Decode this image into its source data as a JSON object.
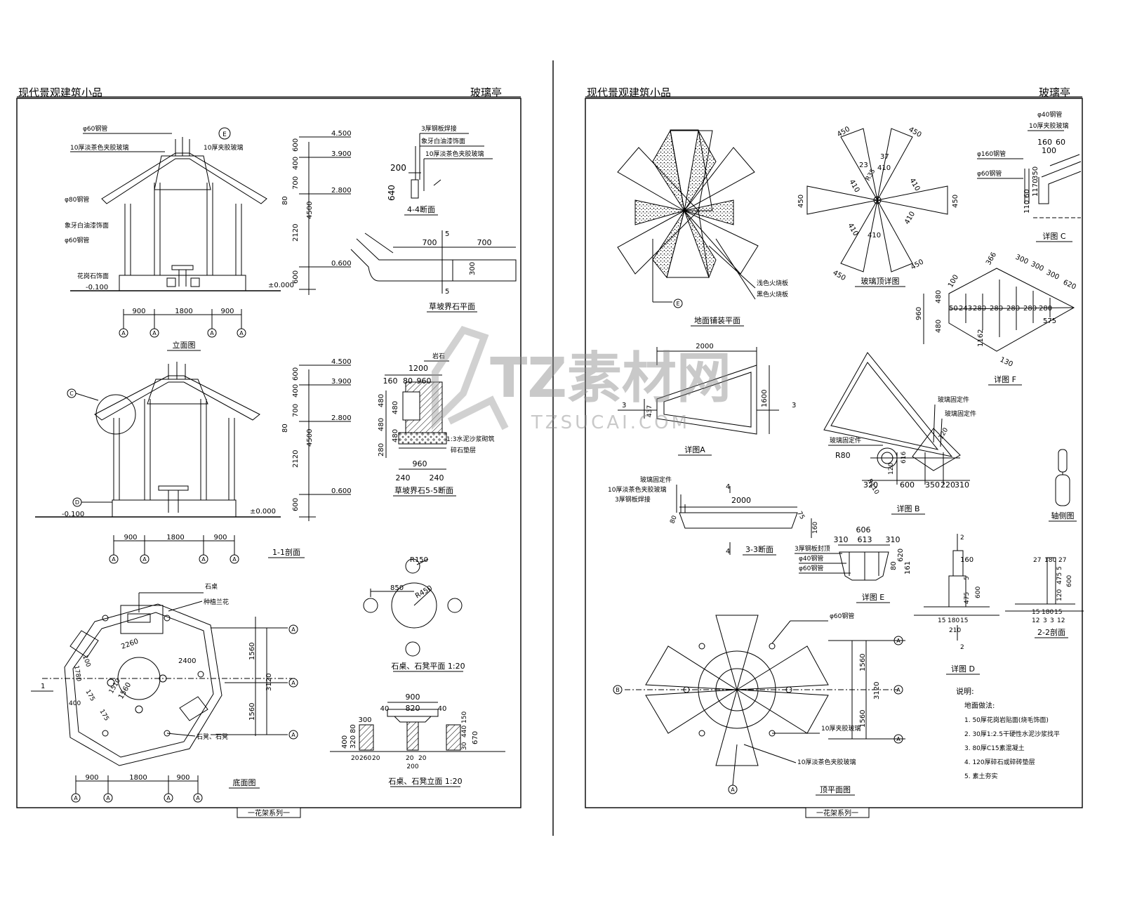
{
  "sheets": [
    {
      "header_left": "现代景观建筑小品",
      "header_right": "玻璃亭",
      "footer": "一花架系列一"
    },
    {
      "header_left": "现代景观建筑小品",
      "header_right": "玻璃亭",
      "footer": "一花架系列一"
    }
  ],
  "watermark": {
    "main": "TZ素材网",
    "sub": "TZSUCAI.COM"
  },
  "left_sheet": {
    "elevation": {
      "title": "立面图",
      "labels": [
        "φ60钢管",
        "10厚淡茶色夹胶玻璃",
        "10厚夹胶玻璃",
        "φ80钢管",
        "象牙白油漆饰面",
        "φ60钢管",
        "花岗石饰面"
      ],
      "levels": [
        "4.500",
        "3.900",
        "2.800",
        "±0.000",
        "0.600",
        "-0.100"
      ],
      "vdims": [
        "600",
        "400",
        "700",
        "80",
        "2120",
        "600",
        "4500"
      ],
      "hdims": [
        "900",
        "1800",
        "900"
      ],
      "axis": "A",
      "callout": "E"
    },
    "section11": {
      "title": "1-1剖面",
      "levels": [
        "4.500",
        "3.900",
        "2.800",
        "0.600",
        "±0.000",
        "-0.100"
      ],
      "vdims": [
        "600",
        "400",
        "700",
        "80",
        "2120",
        "600",
        "4500"
      ],
      "hdims": [
        "900",
        "1800",
        "900"
      ],
      "axis": "A",
      "callouts": [
        "C",
        "D"
      ]
    },
    "plan": {
      "title": "底面图",
      "labels": [
        "石桌",
        "种植兰花",
        "石凳、石凳"
      ],
      "dims": [
        "2260",
        "2400",
        "100",
        "175",
        "1510",
        "1560",
        "175",
        "1560",
        "3120",
        "1560",
        "400",
        "1780"
      ],
      "hdims": [
        "900",
        "1800",
        "900"
      ],
      "axis": "A",
      "mark": "1"
    },
    "section44": {
      "title": "4-4断面",
      "labels": [
        "3厚钢板焊接",
        "象牙白油漆饰面",
        "10厚淡茶色夹胶玻璃"
      ],
      "dims": [
        "200",
        "640"
      ]
    },
    "slope_plan": {
      "title": "草坡界石平面",
      "dims": [
        "700",
        "700",
        "300"
      ],
      "mark": "5"
    },
    "slope_section": {
      "title": "草坡界石5-5断面",
      "labels": [
        "岩石",
        "1:3水泥沙浆砌筑",
        "碎石垫层"
      ],
      "dims": [
        "1200",
        "160",
        "80",
        "960",
        "480",
        "480",
        "480",
        "480",
        "280",
        "960",
        "240",
        "240"
      ]
    },
    "table_plan": {
      "title": "石桌、石凳平面 1:20",
      "dims": [
        "R150",
        "850",
        "R450"
      ]
    },
    "table_elev": {
      "title": "石桌、石凳立面 1:20",
      "dims": [
        "900",
        "40",
        "820",
        "40",
        "300",
        "400",
        "80",
        "320",
        "20",
        "260",
        "20",
        "20",
        "20",
        "200",
        "30",
        "440",
        "150",
        "670"
      ]
    }
  },
  "right_sheet": {
    "paving": {
      "title": "地面铺装平面",
      "labels": [
        "浅色火烧板",
        "黑色火烧板"
      ],
      "callout": "E"
    },
    "glass_top": {
      "title": "玻璃顶详图",
      "dims": [
        "450",
        "450",
        "23",
        "37",
        "410",
        "R35",
        "410",
        "410",
        "450",
        "450",
        "410",
        "410",
        "410",
        "450",
        "450"
      ]
    },
    "detail_c": {
      "title": "详图 C",
      "labels": [
        "φ40钢管",
        "10厚夹胶玻璃",
        "φ160钢管",
        "φ60钢管"
      ],
      "dims": [
        "160",
        "60",
        "100",
        "350",
        "1170",
        "60",
        "110"
      ]
    },
    "detail_f": {
      "title": "详图 F",
      "dims": [
        "366",
        "300",
        "300",
        "300",
        "620",
        "100",
        "480",
        "960",
        "480",
        "50",
        "243",
        "280",
        "280",
        "280",
        "280",
        "280",
        "575",
        "1162",
        "130"
      ]
    },
    "detail_a": {
      "title": "详图A",
      "dims": [
        "2000",
        "437",
        "1600"
      ],
      "marks": [
        "3",
        "3"
      ]
    },
    "detail_b": {
      "title": "详图 B",
      "labels": [
        "玻璃固定件",
        "玻璃固定件",
        "玻璃固定件"
      ],
      "dims": [
        "R80",
        "R110",
        "120",
        "616",
        "320",
        "600",
        "350",
        "220",
        "310",
        "120"
      ]
    },
    "axon": {
      "title": "轴侧图"
    },
    "section33": {
      "title": "3-3断面",
      "labels": [
        "玻璃固定件",
        "10厚淡茶色夹胶玻璃",
        "3厚钢板焊接"
      ],
      "dims": [
        "2000",
        "80",
        "75",
        "160"
      ],
      "mark": "4"
    },
    "detail_e": {
      "title": "详图 E",
      "labels": [
        "3厚钢板封顶",
        "φ40钢管",
        "φ60钢管"
      ],
      "dims": [
        "606",
        "310",
        "613",
        "310",
        "80",
        "620",
        "161"
      ]
    },
    "detail_d": {
      "title": "详图 D",
      "dims": [
        "160",
        "475",
        "5",
        "600",
        "15",
        "180",
        "15",
        "210"
      ],
      "mark": "2"
    },
    "section22": {
      "title": "2-2剖面",
      "dims": [
        "27",
        "180",
        "27",
        "475",
        "5",
        "600",
        "120",
        "15",
        "180",
        "15",
        "12",
        "3",
        "3",
        "12"
      ]
    },
    "roof_plan": {
      "title": "顶平面图",
      "labels": [
        "φ60钢管",
        "10厚夹胶玻璃",
        "10厚淡茶色夹胶玻璃"
      ],
      "dims": [
        "1560",
        "3120",
        "1560"
      ],
      "callouts": [
        "B",
        "A"
      ]
    },
    "notes": {
      "title": "说明:",
      "subtitle": "地面做法:",
      "items": [
        "1. 50厚花岗岩贴面(烧毛饰面)",
        "2. 30厚1:2.5干硬性水泥沙浆找平",
        "3. 80厚C15素混凝土",
        "4. 120厚碎石或碎砖垫层",
        "5. 素土夯实"
      ]
    }
  }
}
